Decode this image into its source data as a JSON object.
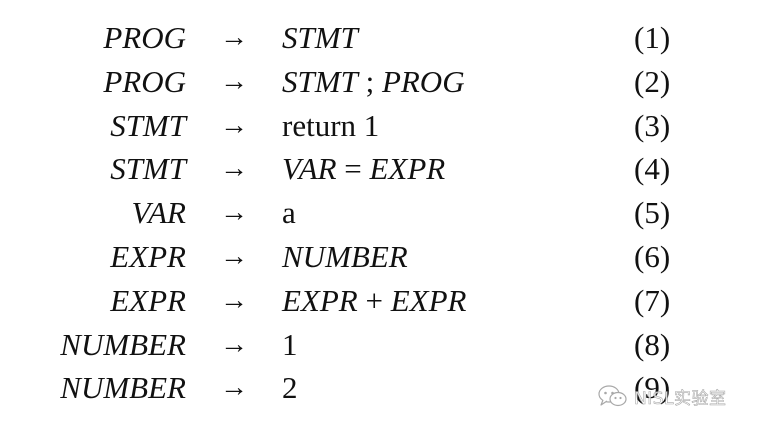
{
  "grammar": {
    "rules": [
      {
        "lhs": "PROG",
        "arrow": "→",
        "rhs": [
          {
            "text": "STMT",
            "kind": "nt"
          }
        ],
        "num": "(1)"
      },
      {
        "lhs": "PROG",
        "arrow": "→",
        "rhs": [
          {
            "text": "STMT",
            "kind": "nt"
          },
          {
            "text": " ; ",
            "kind": "t"
          },
          {
            "text": "PROG",
            "kind": "nt"
          }
        ],
        "num": "(2)"
      },
      {
        "lhs": "STMT",
        "arrow": "→",
        "rhs": [
          {
            "text": "return 1",
            "kind": "t"
          }
        ],
        "num": "(3)"
      },
      {
        "lhs": "STMT",
        "arrow": "→",
        "rhs": [
          {
            "text": "VAR",
            "kind": "nt"
          },
          {
            "text": " = ",
            "kind": "t"
          },
          {
            "text": "EXPR",
            "kind": "nt"
          }
        ],
        "num": "(4)"
      },
      {
        "lhs": "VAR",
        "arrow": "→",
        "rhs": [
          {
            "text": "a",
            "kind": "t"
          }
        ],
        "num": "(5)"
      },
      {
        "lhs": "EXPR",
        "arrow": "→",
        "rhs": [
          {
            "text": "NUMBER",
            "kind": "nt"
          }
        ],
        "num": "(6)"
      },
      {
        "lhs": "EXPR",
        "arrow": "→",
        "rhs": [
          {
            "text": "EXPR",
            "kind": "nt"
          },
          {
            "text": " + ",
            "kind": "t"
          },
          {
            "text": "EXPR",
            "kind": "nt"
          }
        ],
        "num": "(7)"
      },
      {
        "lhs": "NUMBER",
        "arrow": "→",
        "rhs": [
          {
            "text": "1",
            "kind": "t"
          }
        ],
        "num": "(8)"
      },
      {
        "lhs": "NUMBER",
        "arrow": "→",
        "rhs": [
          {
            "text": "2",
            "kind": "t"
          }
        ],
        "num": "(9)"
      }
    ]
  },
  "watermark": {
    "text": "NISL实验室",
    "icon": "wechat-icon"
  }
}
